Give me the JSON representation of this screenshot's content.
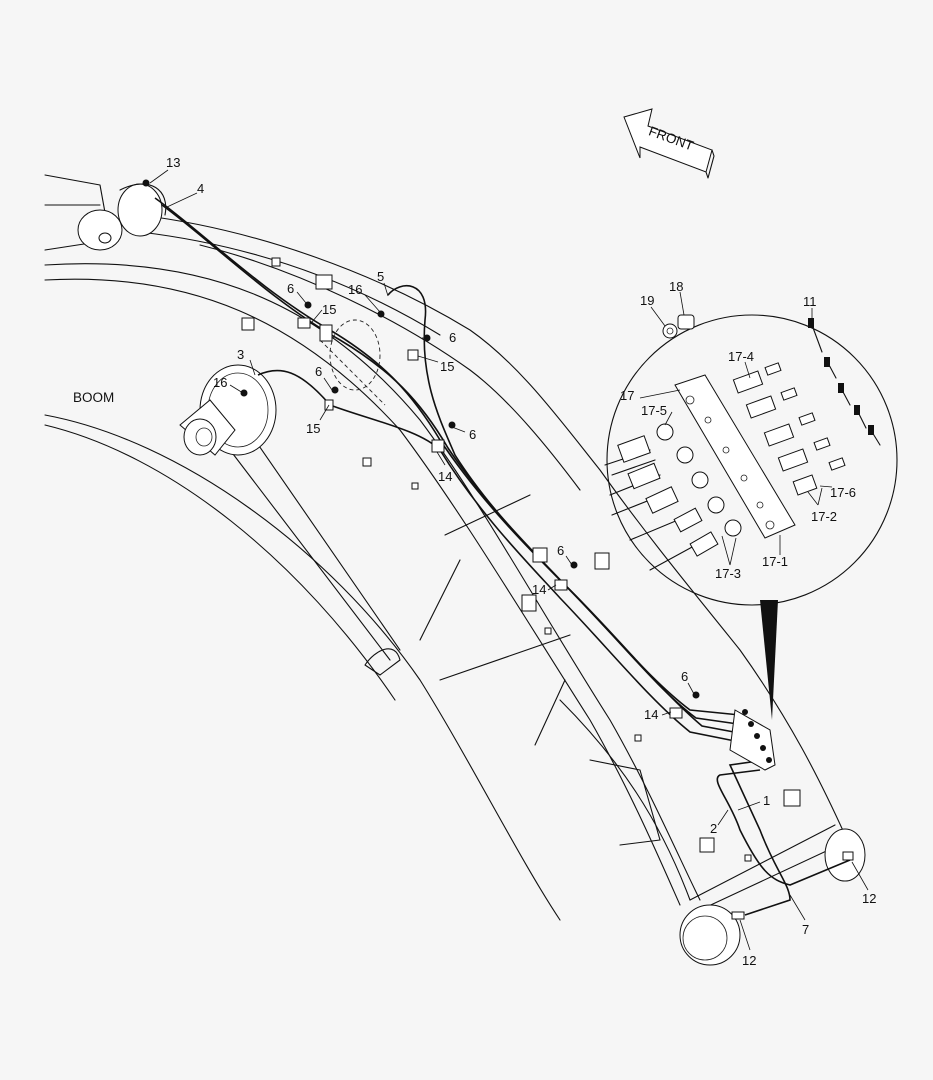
{
  "labels": {
    "boom": "BOOM",
    "front": "FRONT",
    "c1": "1",
    "c2": "2",
    "c3": "3",
    "c4": "4",
    "c5": "5",
    "c6": "6",
    "c7": "7",
    "c11": "11",
    "c12": "12",
    "c13": "13",
    "c14": "14",
    "c15": "15",
    "c16": "16",
    "c17": "17",
    "c17_1": "17-1",
    "c17_2": "17-2",
    "c17_3": "17-3",
    "c17_4": "17-4",
    "c17_5": "17-5",
    "c17_6": "17-6",
    "c18": "18",
    "c19": "19"
  },
  "colors": {
    "line": "#111111",
    "background": "#f6f6f6",
    "fill": "#ffffff"
  }
}
